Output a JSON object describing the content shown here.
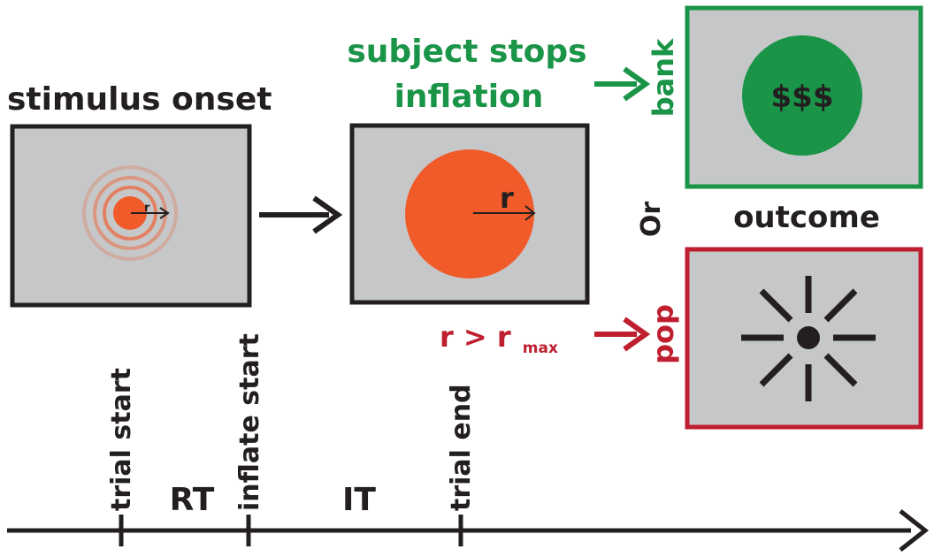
{
  "stages": {
    "onset": {
      "title": "stimulus onset",
      "radius_label": "r"
    },
    "inflation": {
      "title_line1": "subject stops",
      "title_line2": "inflation",
      "radius_label": "r"
    }
  },
  "outcome": {
    "heading": "outcome",
    "separator": "Or",
    "bank": {
      "label": "bank",
      "symbol": "$$$"
    },
    "pop": {
      "label": "pop",
      "condition_main": "r > r",
      "condition_sub": "max"
    }
  },
  "timeline": {
    "events": [
      "trial start",
      "inflate start",
      "trial end"
    ],
    "intervals": [
      "RT",
      "IT"
    ]
  },
  "colors": {
    "panel_fill": "#c6c7c8",
    "panel_border": "#231f20",
    "balloon": "#f15a29",
    "bank_green": "#1a9447",
    "pop_red": "#be1e2d",
    "ink": "#231f20"
  }
}
